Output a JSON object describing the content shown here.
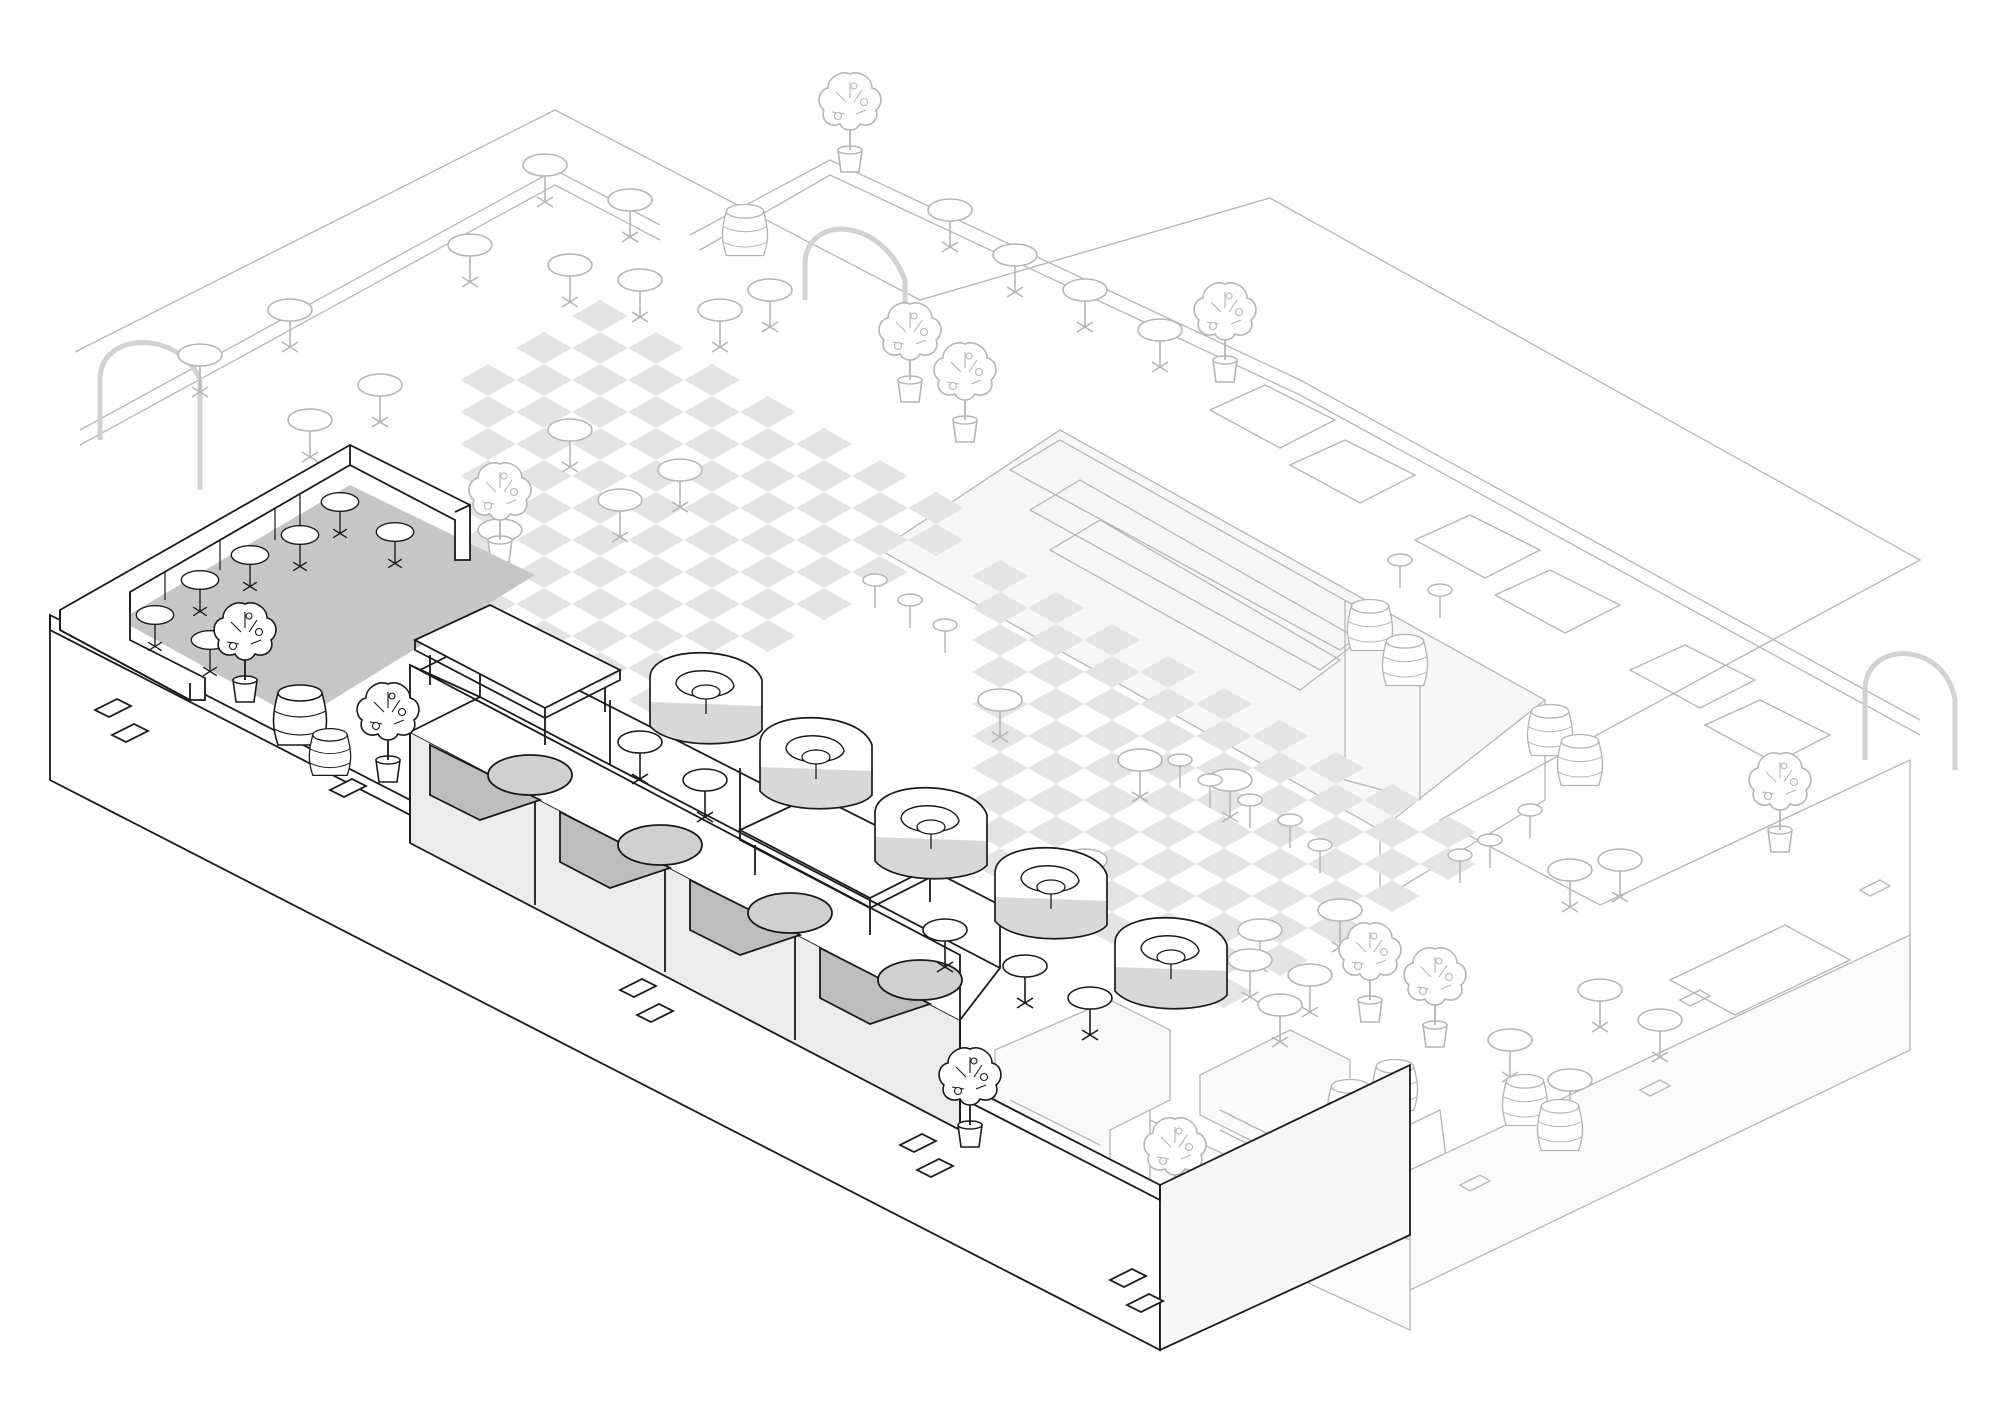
{
  "diagram": {
    "style": "isometric axonometric floor plan drawing, foreground zone emphasized, background zone ghosted",
    "colors": {
      "background": "#ffffff",
      "line": "#1a1a1a",
      "ghost_line": "#b8b8b8",
      "floor_grey": "#c8c8c8",
      "checker_grey": "#e6e6e6",
      "panel_grey": "#dedede"
    },
    "highlighted_zone_items": [
      "lounge-bench",
      "round-bistro-tables",
      "potted-trees",
      "barrels",
      "long-tables",
      "booths",
      "glass-partition"
    ],
    "text_labels": []
  }
}
